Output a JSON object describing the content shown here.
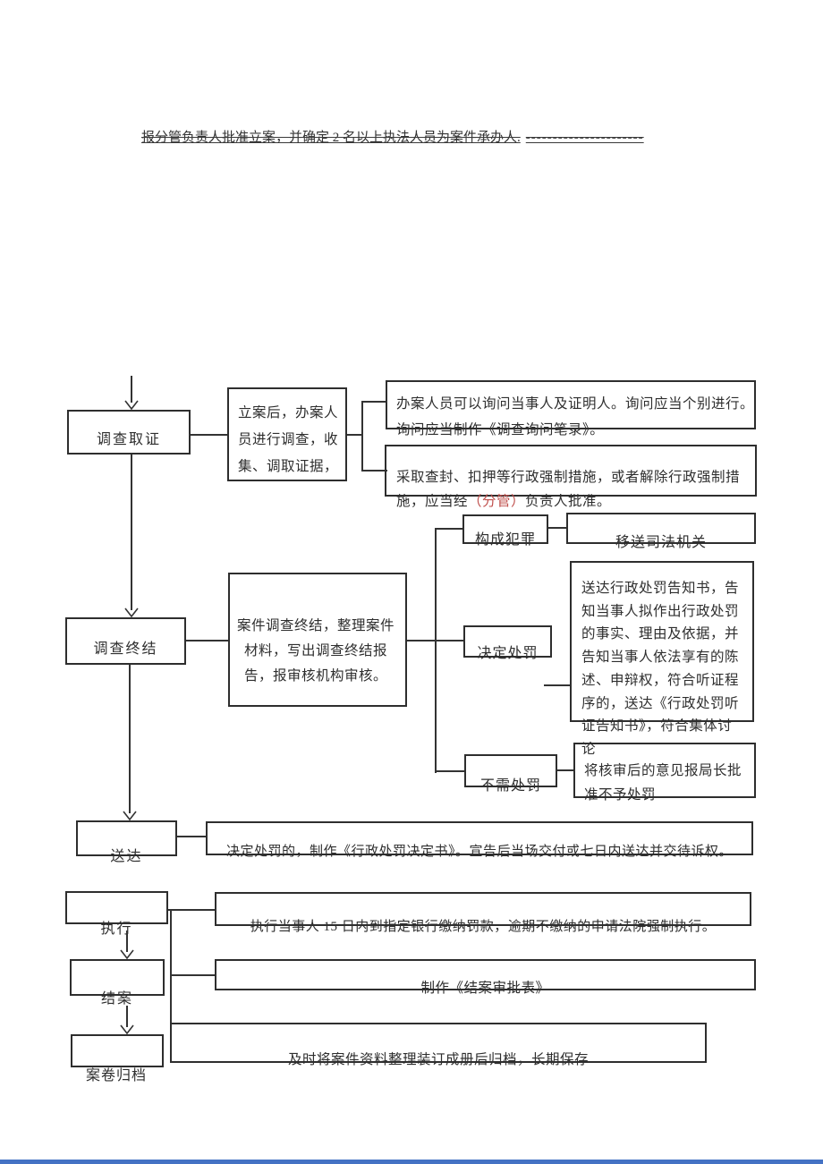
{
  "header": {
    "text": "报分管负责人批准立案，并确定 2 名以上执法人员为案件承办人.",
    "dashes": "----------------------"
  },
  "flow": {
    "stage_evidence": "调查取证",
    "stage_conclude": "调查终结",
    "stage_deliver": "送达",
    "stage_execute": "执行",
    "stage_close": "结案",
    "stage_archive": "案卷归档",
    "note_investigate": "立案后，办案人员进行调查，收集、调取证据，",
    "note_inquiry": "办案人员可以询问当事人及证明人。询问应当个别进行。询问应当制作《调查询问笔录》。",
    "note_seal": {
      "pre": "采取查封、扣押等行政强制措施，或者解除行政强制措 施，应当经",
      "red": "（分管）",
      "post": "负责人批准。"
    },
    "note_conclude_report": "案件调查终结，整理案件材料，写出调查终结报告，报审核机构审核。",
    "branch_crime": "构成犯罪",
    "note_transfer": "移送司法机关",
    "branch_punish": "决定处罚",
    "note_punish_notice": "送达行政处罚告知书，告知当事人拟作出行政处罚的事实、理由及依据，并告知当事人依法享有的陈述、申辩权，符合听证程序的，送达《行政处罚听证告知书》，符合集体讨论",
    "branch_no_punish": "不需处罚",
    "note_no_punish": "将核审后的意见报局长批准不予处罚",
    "note_delivery": "决定处罚的，制作《行政处罚决定书》。宣告后当场交付或七日内送达并交待诉权。",
    "note_execution": "执行当事人 15 日内到指定银行缴纳罚款，逾期不缴纳的申请法院强制执行。",
    "note_close_form": "制作《结案审批表》",
    "note_archive": "及时将案件资料整理装订成册后归档，长期保存"
  },
  "colors": {
    "accent_red": "#c0504d",
    "line_color": "#333333",
    "footer_bar_blue": "#4472c4"
  }
}
